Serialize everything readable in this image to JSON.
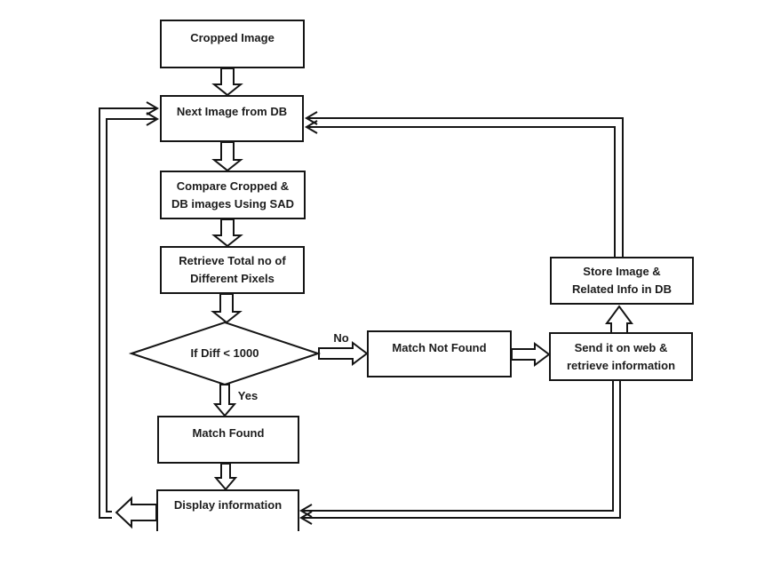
{
  "diagram": {
    "nodes": {
      "cropped": {
        "label": "Cropped Image"
      },
      "next": {
        "label": "Next Image from DB"
      },
      "compare": {
        "line1": "Compare Cropped &",
        "line2": "DB images Using SAD"
      },
      "retrieve": {
        "line1": "Retrieve Total no of",
        "line2": "Different Pixels"
      },
      "decision": {
        "label": "If Diff < 1000"
      },
      "match_not_found": {
        "label": "Match Not Found"
      },
      "send_web": {
        "line1": "Send it on web &",
        "line2": "retrieve information"
      },
      "store": {
        "line1": "Store Image &",
        "line2": "Related Info in DB"
      },
      "match_found": {
        "label": "Match Found"
      },
      "display": {
        "label": "Display information"
      }
    },
    "edge_labels": {
      "no": "No",
      "yes": "Yes"
    },
    "colors": {
      "stroke": "#151515",
      "text": "#1c1c1c",
      "background": "#ffffff"
    }
  }
}
